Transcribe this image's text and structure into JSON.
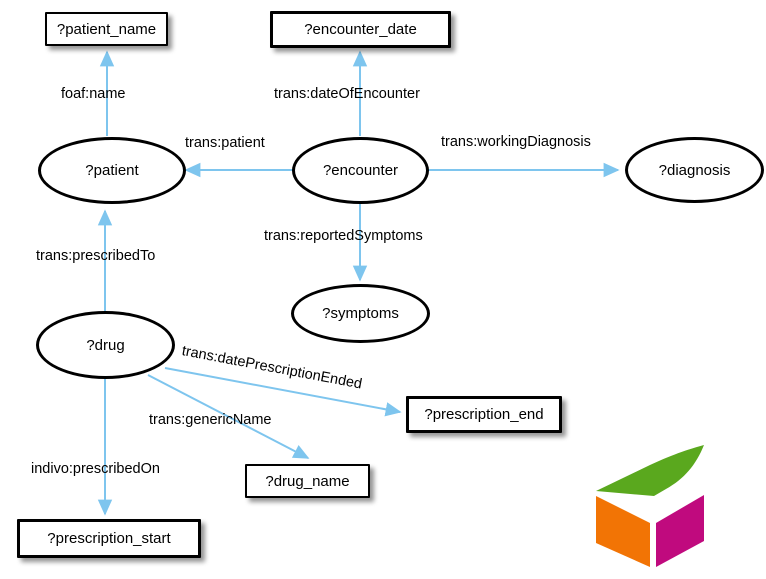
{
  "diagram": {
    "title": "SPARQL query graph",
    "background_color": "#ffffff",
    "edge_color": "#7ec5ee",
    "node_border_color": "#000000",
    "node_fill_color": "#ffffff",
    "nodes": [
      {
        "id": "patient_name",
        "label": "?patient_name",
        "shape": "rect",
        "border": "thin"
      },
      {
        "id": "encounter_date",
        "label": "?encounter_date",
        "shape": "rect",
        "border": "thick"
      },
      {
        "id": "patient",
        "label": "?patient",
        "shape": "ellipse",
        "border": "thick"
      },
      {
        "id": "encounter",
        "label": "?encounter",
        "shape": "ellipse",
        "border": "thick"
      },
      {
        "id": "diagnosis",
        "label": "?diagnosis",
        "shape": "ellipse",
        "border": "thick"
      },
      {
        "id": "symptoms",
        "label": "?symptoms",
        "shape": "ellipse",
        "border": "thick"
      },
      {
        "id": "drug",
        "label": "?drug",
        "shape": "ellipse",
        "border": "thick"
      },
      {
        "id": "prescription_end",
        "label": "?prescription_end",
        "shape": "rect",
        "border": "thick"
      },
      {
        "id": "drug_name",
        "label": "?drug_name",
        "shape": "rect",
        "border": "thin"
      },
      {
        "id": "prescription_start",
        "label": "?prescription_start",
        "shape": "rect",
        "border": "thick"
      }
    ],
    "edges": [
      {
        "id": "e1",
        "label": "foaf:name",
        "from": "patient",
        "to": "patient_name"
      },
      {
        "id": "e2",
        "label": "trans:dateOfEncounter",
        "from": "encounter",
        "to": "encounter_date"
      },
      {
        "id": "e3",
        "label": "trans:patient",
        "from": "encounter",
        "to": "patient"
      },
      {
        "id": "e4",
        "label": "trans:workingDiagnosis",
        "from": "encounter",
        "to": "diagnosis"
      },
      {
        "id": "e5",
        "label": "trans:reportedSymptoms",
        "from": "encounter",
        "to": "symptoms"
      },
      {
        "id": "e6",
        "label": "trans:prescribedTo",
        "from": "drug",
        "to": "patient"
      },
      {
        "id": "e7",
        "label": "trans:datePrescriptionEnded",
        "from": "drug",
        "to": "prescription_end"
      },
      {
        "id": "e8",
        "label": "trans:genericName",
        "from": "drug",
        "to": "drug_name"
      },
      {
        "id": "e9",
        "label": "indivo:prescribedOn",
        "from": "drug",
        "to": "prescription_start"
      }
    ],
    "logo": {
      "name": "cube-logo",
      "green": "#5aa81e",
      "orange": "#f27405",
      "magenta": "#c00a7e"
    }
  }
}
